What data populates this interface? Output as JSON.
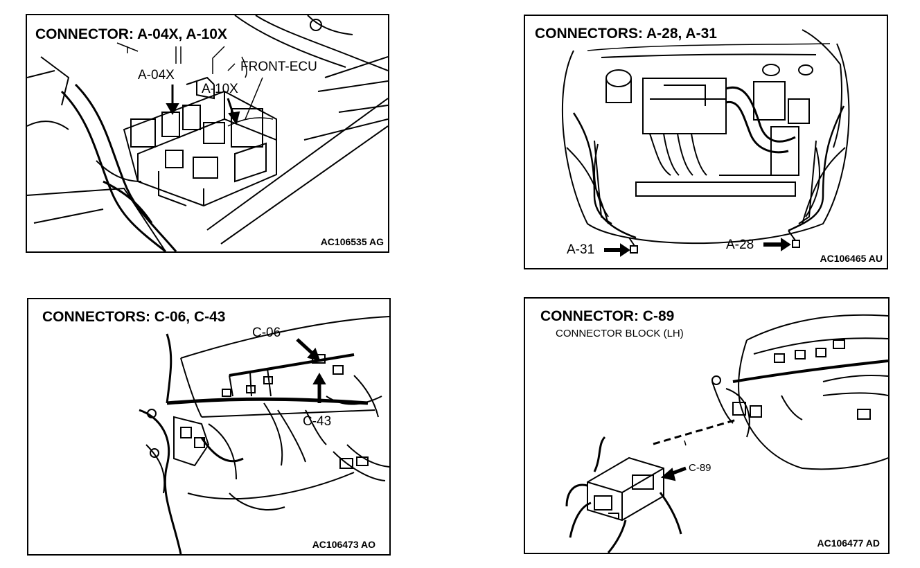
{
  "panels": {
    "a04x": {
      "title": "CONNECTOR: A-04X, A-10X",
      "labels": {
        "a04x": "A-04X",
        "front_ecu": "FRONT-ECU",
        "a10x": "A-10X"
      },
      "code": "AC106535 AG"
    },
    "a28": {
      "title": "CONNECTORS: A-28, A-31",
      "labels": {
        "a31": "A-31",
        "a28": "A-28"
      },
      "code": "AC106465 AU"
    },
    "c06": {
      "title": "CONNECTORS: C-06, C-43",
      "labels": {
        "c06": "C-06",
        "c43": "C-43"
      },
      "code": "AC106473 AO"
    },
    "c89": {
      "title": "CONNECTOR: C-89",
      "subtitle": "CONNECTOR BLOCK (LH)",
      "labels": {
        "c89": "C-89"
      },
      "code": "AC106477 AD"
    }
  }
}
